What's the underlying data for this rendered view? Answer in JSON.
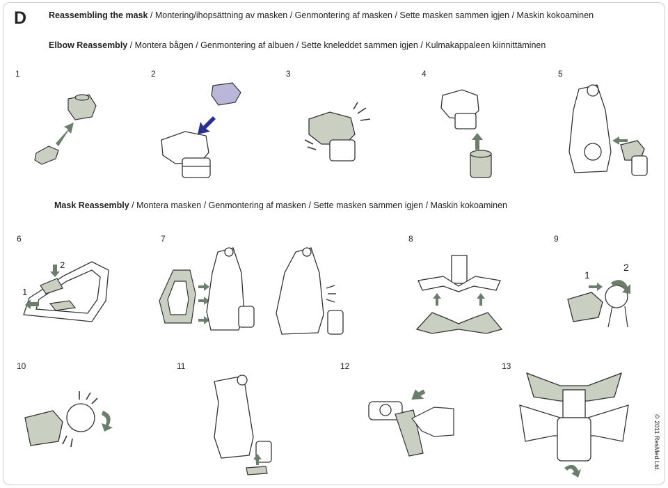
{
  "section_letter": "D",
  "reassembling": {
    "title_bold": "Reassembling the mask",
    "title_rest": " / Montering/ihopsättning av masken / Genmontering af masken / Sette masken sammen igjen / Maskin kokoaminen"
  },
  "elbow": {
    "title_bold": "Elbow Reassembly",
    "title_rest": " / Montera bågen / Genmontering af albuen / Sette kneleddet sammen igjen / Kulmakappaleen kiinnittäminen"
  },
  "mask": {
    "title_bold": "Mask Reassembly",
    "title_rest": " / Montera masken / Genmontering af masken / Sette masken sammen igjen / Maskin kokoaminen"
  },
  "steps": [
    "1",
    "2",
    "3",
    "4",
    "5",
    "6",
    "7",
    "8",
    "9",
    "10",
    "11",
    "12",
    "13"
  ],
  "callouts": {
    "s6_a": "1",
    "s6_b": "2",
    "s9_a": "1",
    "s9_b": "2"
  },
  "copyright": "© 2011 ResMed Ltd.",
  "colors": {
    "arrow_green": "#6b7d6b",
    "arrow_blue": "#2b2f8f",
    "part_fill": "#c9d0c2",
    "part_purple": "#b9b6d9",
    "line": "#333333"
  }
}
